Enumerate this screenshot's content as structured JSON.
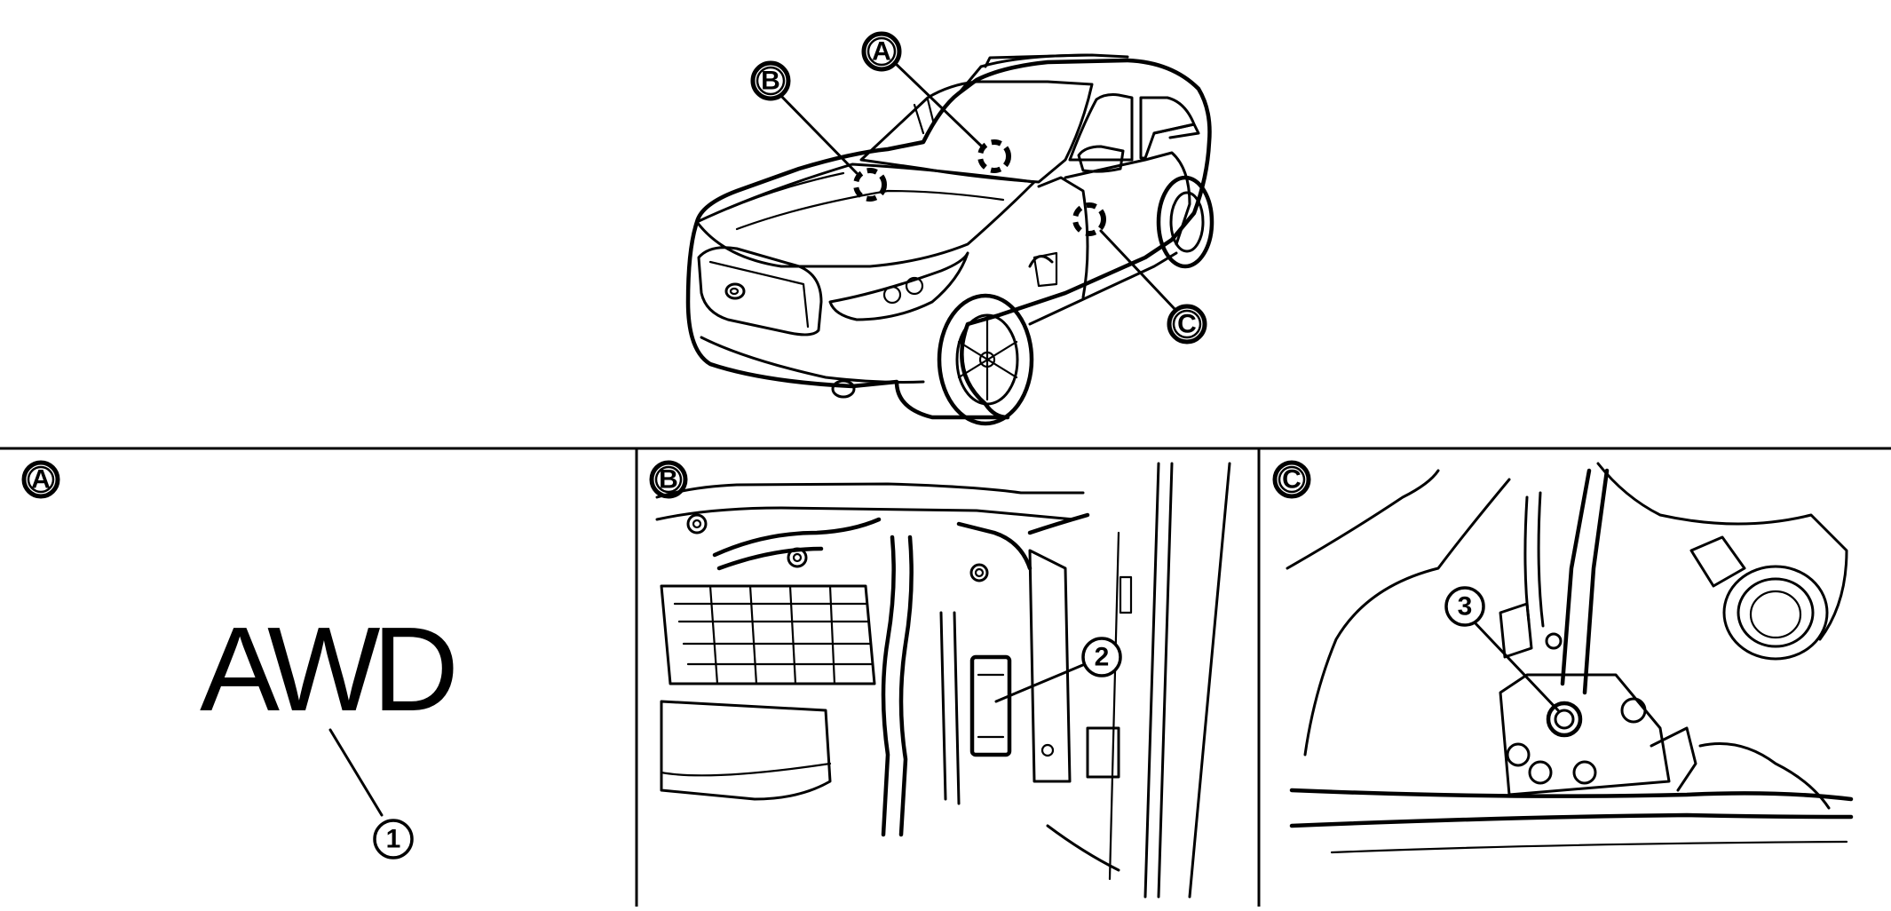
{
  "overview": {
    "callouts": [
      "A",
      "B",
      "C"
    ]
  },
  "panels": [
    {
      "id": "A",
      "label": "A",
      "marking": "AWD",
      "part_number": "1"
    },
    {
      "id": "B",
      "label": "B",
      "part_number": "2"
    },
    {
      "id": "C",
      "label": "C",
      "part_number": "3"
    }
  ]
}
